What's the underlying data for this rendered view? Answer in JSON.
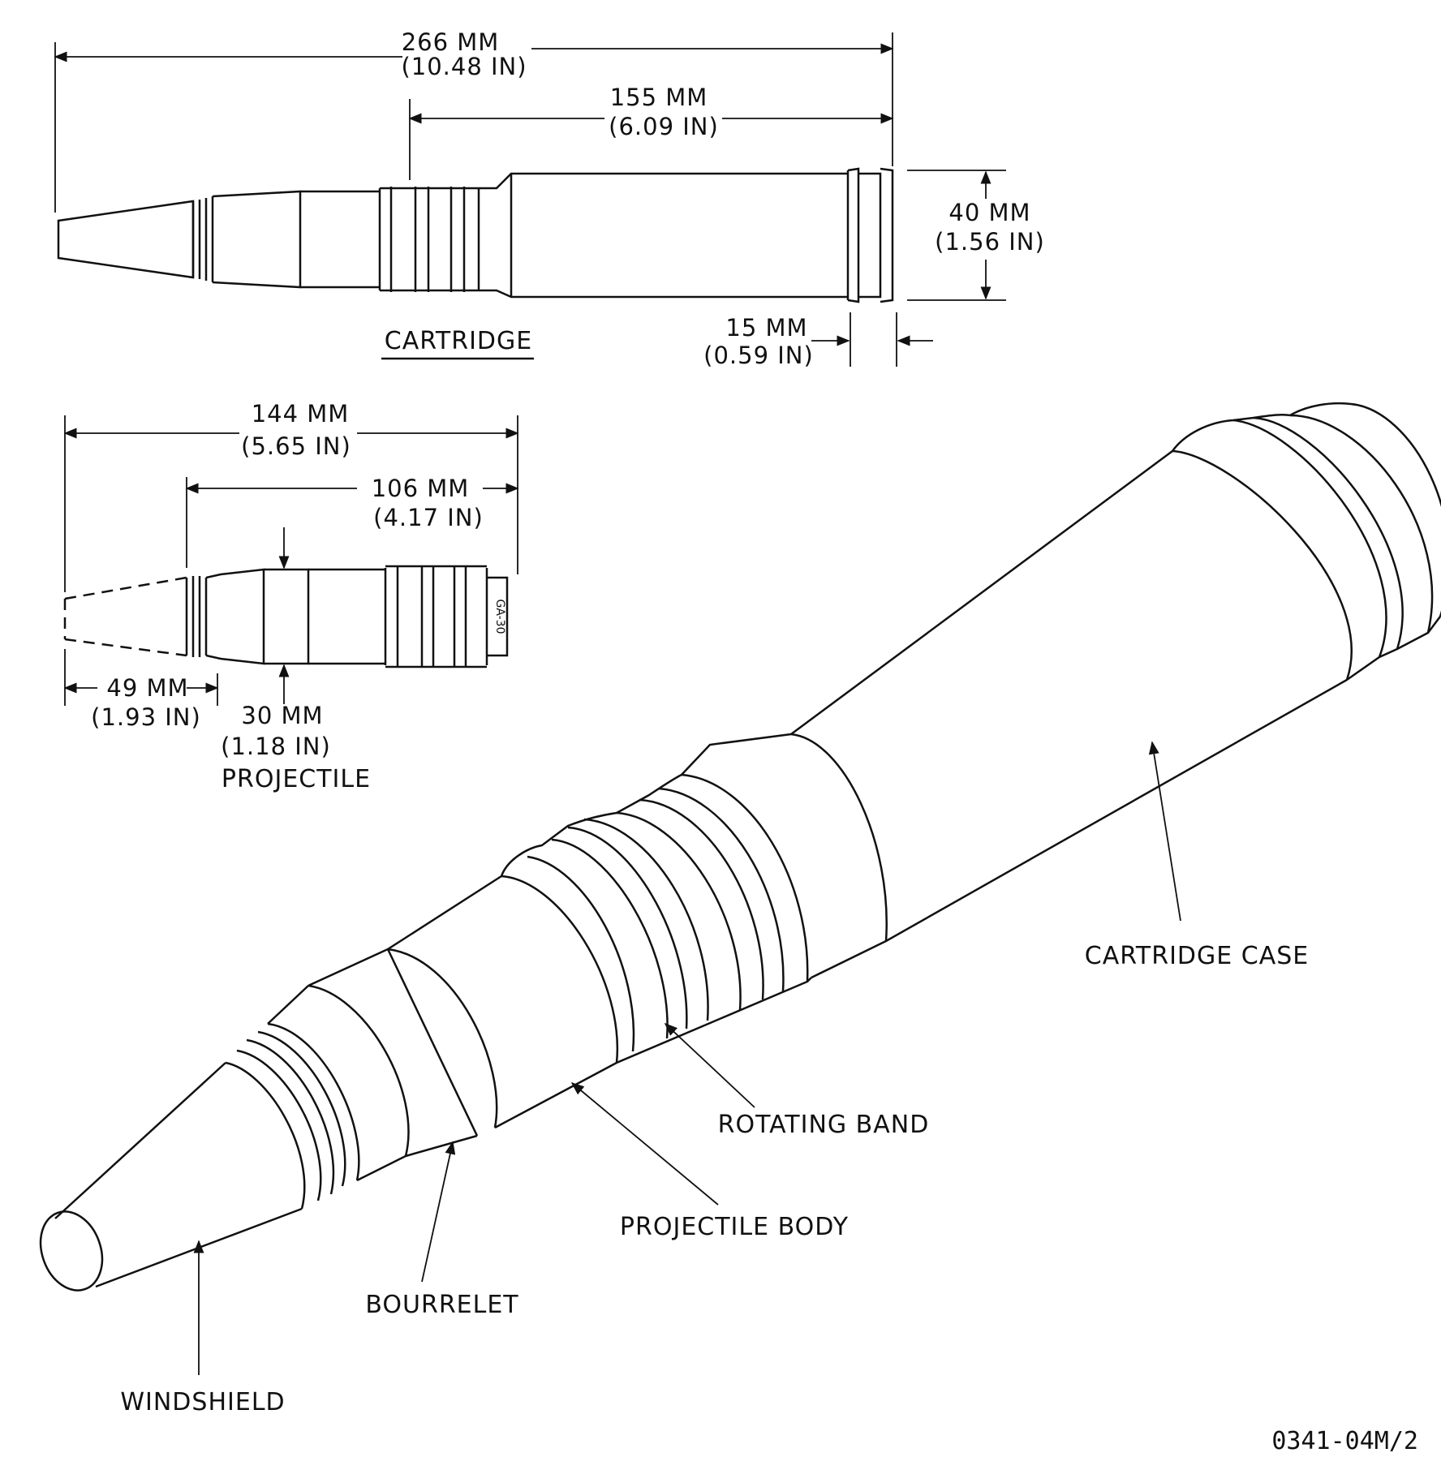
{
  "cartridge": {
    "title": "CARTRIDGE",
    "overall_length_mm": "266 MM",
    "overall_length_in": "(10.48 IN)",
    "case_length_mm": "155 MM",
    "case_length_in": "(6.09 IN)",
    "rim_diameter_mm": "40 MM",
    "rim_diameter_in": "(1.56 IN)",
    "rim_thickness_mm": "15 MM",
    "rim_thickness_in": "(0.59 IN)"
  },
  "projectile": {
    "title": "PROJECTILE",
    "length_mm": "144 MM",
    "length_in": "(5.65 IN)",
    "body_length_mm": "106 MM",
    "body_length_in": "(4.17 IN)",
    "windshield_length_mm": "49 MM",
    "windshield_length_in": "(1.93 IN)",
    "diameter_mm": "30 MM",
    "diameter_in": "(1.18 IN)",
    "base_marking": "GA-30"
  },
  "parts": {
    "cartridge_case": "CARTRIDGE CASE",
    "rotating_band": "ROTATING BAND",
    "projectile_body": "PROJECTILE BODY",
    "bourrelet": "BOURRELET",
    "windshield": "WINDSHIELD"
  },
  "figure_code": "0341-04M/2"
}
